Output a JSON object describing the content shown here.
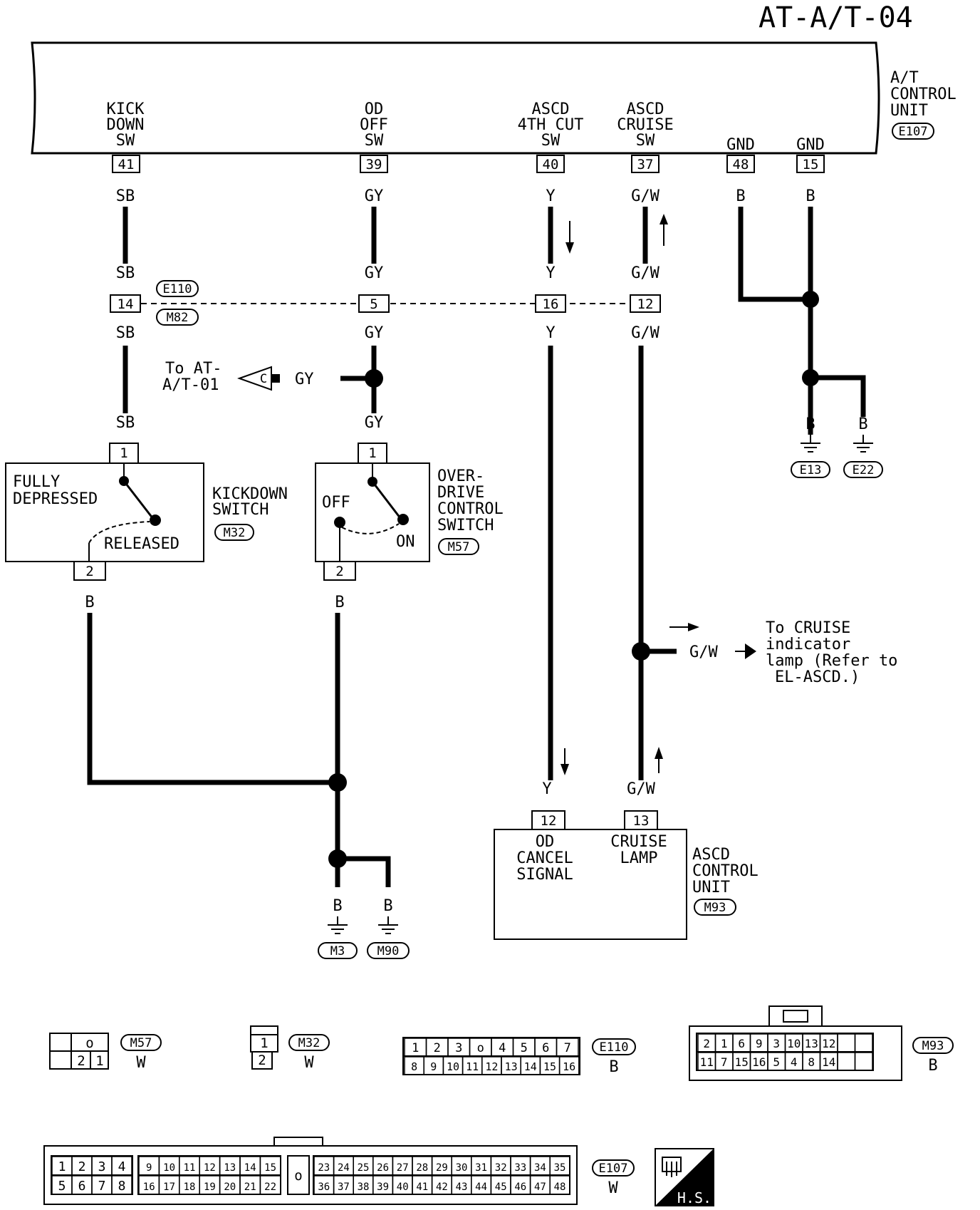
{
  "page_code": "AT-A/T-04",
  "tcm": {
    "name_lines": [
      "A/T",
      "CONTROL",
      "UNIT"
    ],
    "connector": "E107",
    "pins": [
      {
        "lines": [
          "KICK",
          "DOWN",
          "SW"
        ],
        "pin": "41",
        "wire": "SB"
      },
      {
        "lines": [
          "OD",
          "OFF",
          "SW"
        ],
        "pin": "39",
        "wire": "GY"
      },
      {
        "lines": [
          "ASCD",
          "4TH CUT",
          "SW"
        ],
        "pin": "40",
        "wire": "Y"
      },
      {
        "lines": [
          "ASCD",
          "CRUISE",
          "SW"
        ],
        "pin": "37",
        "wire": "G/W"
      },
      {
        "lines": [
          "GND"
        ],
        "pin": "48",
        "wire": "B"
      },
      {
        "lines": [
          "GND"
        ],
        "pin": "15",
        "wire": "B"
      }
    ]
  },
  "joint": {
    "connectors": [
      "E110",
      "M82"
    ],
    "pins": [
      "14",
      "5",
      "16",
      "12"
    ],
    "wires_above": [
      "SB",
      "GY",
      "Y",
      "G/W"
    ],
    "wires_below": [
      "SB",
      "GY",
      "Y",
      "G/W"
    ]
  },
  "ref_at01": {
    "lines": [
      "To AT-",
      "A/T-01"
    ],
    "letter": "C",
    "wire": "GY"
  },
  "engine_ground": {
    "wires": [
      "B",
      "B"
    ],
    "grounds": [
      "E13",
      "E22"
    ]
  },
  "kickdown_switch": {
    "name_lines": [
      "KICKDOWN",
      "SWITCH"
    ],
    "connector": "M32",
    "pin_top": "1",
    "pin_bottom": "2",
    "wire_top": "SB",
    "wire_bottom": "B",
    "labels": [
      "FULLY",
      "DEPRESSED",
      "RELEASED"
    ]
  },
  "od_switch": {
    "name_lines": [
      "OVER-",
      "DRIVE",
      "CONTROL",
      "SWITCH"
    ],
    "connector": "M57",
    "pin_top": "1",
    "pin_bottom": "2",
    "wire_top": "GY",
    "wire_bottom": "B",
    "labels": [
      "OFF",
      "ON"
    ]
  },
  "cruise_ref": {
    "wire": "G/W",
    "lines": [
      "To CRUISE",
      "indicator",
      "lamp (Refer to",
      "EL-ASCD.)"
    ]
  },
  "ascd": {
    "name_lines": [
      "ASCD",
      "CONTROL",
      "UNIT"
    ],
    "connector": "M93",
    "pin_a": "12",
    "pin_b": "13",
    "wire_a": "Y",
    "wire_b": "G/W",
    "label_a": [
      "OD",
      "CANCEL",
      "SIGNAL"
    ],
    "label_b": [
      "CRUISE",
      "LAMP"
    ]
  },
  "body_ground": {
    "wires": [
      "B",
      "B"
    ],
    "grounds": [
      "M3",
      "M90"
    ]
  },
  "connector_views": {
    "m57": {
      "id": "M57",
      "color": "W",
      "top": [
        "",
        "o"
      ],
      "bottom": [
        "",
        "2",
        "1"
      ]
    },
    "m32": {
      "id": "M32",
      "color": "W",
      "cells": [
        "1",
        "2"
      ]
    },
    "e110": {
      "id": "E110",
      "color": "B",
      "top": [
        "1",
        "2",
        "3",
        "o",
        "4",
        "5",
        "6",
        "7"
      ],
      "bottom": [
        "8",
        "9",
        "10",
        "11",
        "12",
        "13",
        "14",
        "15",
        "16"
      ]
    },
    "m93": {
      "id": "M93",
      "color": "B",
      "top": [
        "2",
        "1",
        "6",
        "9",
        "3",
        "10",
        "13",
        "12",
        "",
        ""
      ],
      "bottom": [
        "11",
        "7",
        "15",
        "16",
        "5",
        "4",
        "8",
        "14",
        "",
        ""
      ]
    },
    "e107": {
      "id": "E107",
      "color": "W",
      "top_left": [
        "1",
        "2",
        "3",
        "4"
      ],
      "top_mid": [
        "9",
        "10",
        "11",
        "12",
        "13",
        "14",
        "15"
      ],
      "top_right": [
        "23",
        "24",
        "25",
        "26",
        "27",
        "28",
        "29",
        "30",
        "31",
        "32",
        "33",
        "34",
        "35"
      ],
      "bot_left": [
        "5",
        "6",
        "7",
        "8"
      ],
      "bot_mid": [
        "16",
        "17",
        "18",
        "19",
        "20",
        "21",
        "22"
      ],
      "bot_right": [
        "36",
        "37",
        "38",
        "39",
        "40",
        "41",
        "42",
        "43",
        "44",
        "45",
        "46",
        "47",
        "48"
      ],
      "center": "o"
    }
  },
  "hs_badge": "H.S."
}
